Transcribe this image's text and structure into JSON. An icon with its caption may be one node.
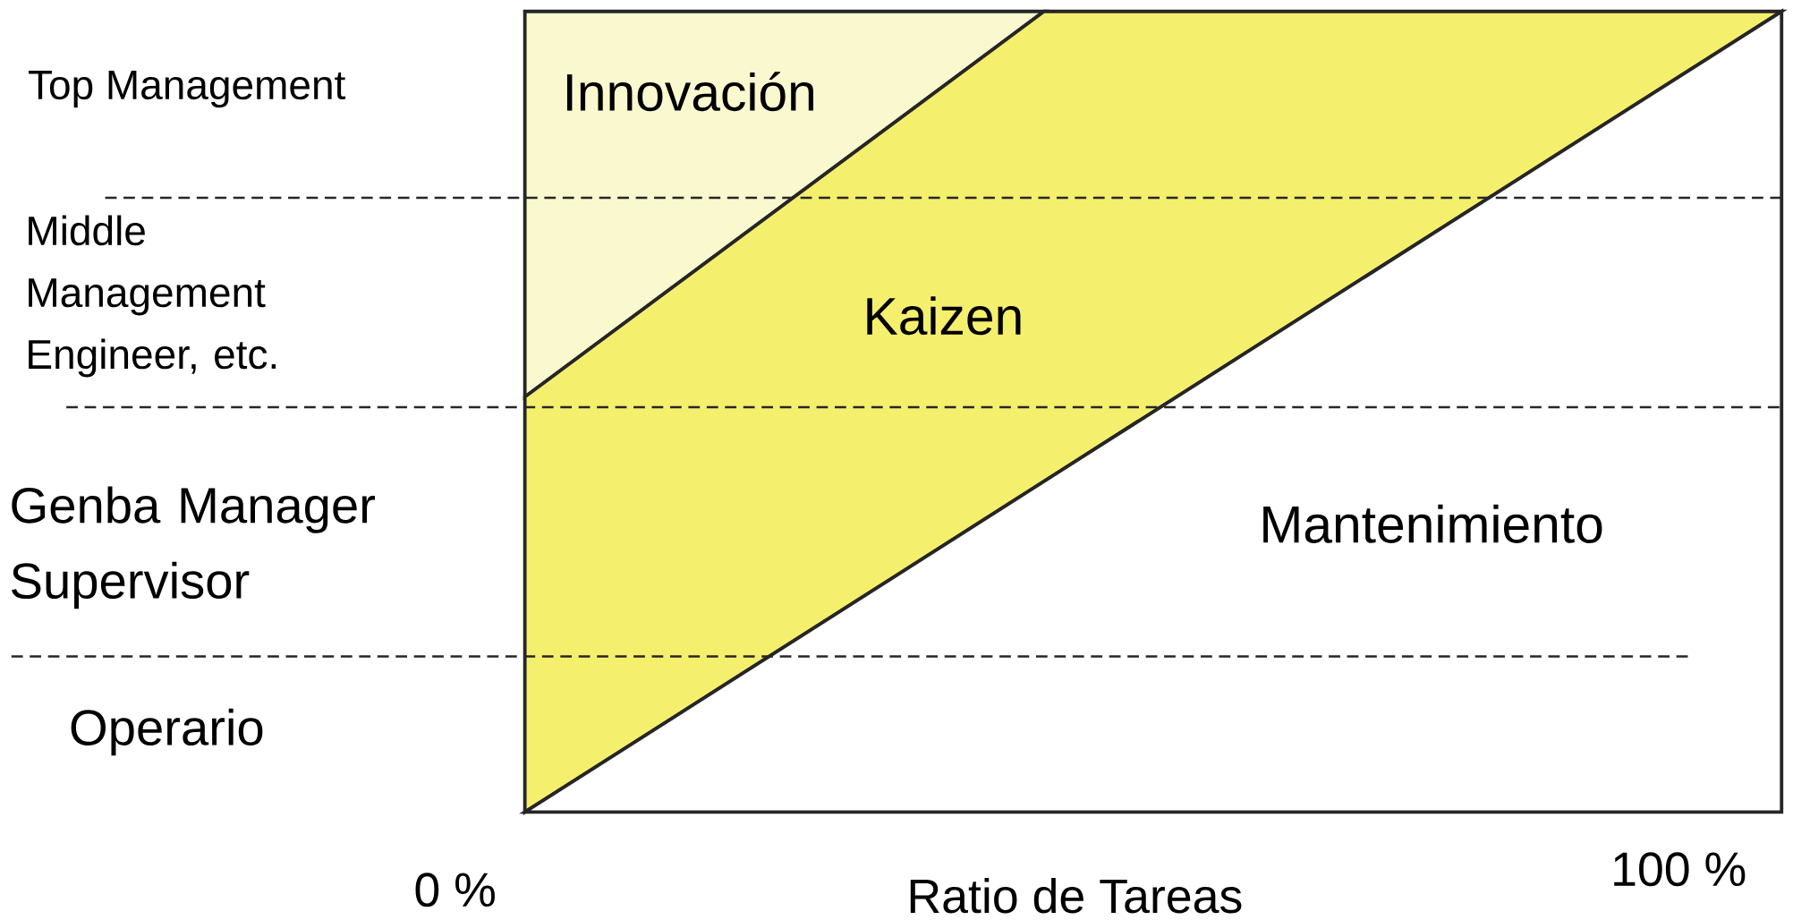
{
  "diagram": {
    "nodes": [
      {
        "text": [
          "Innovación"
        ]
      },
      {
        "text": [
          "Kaizen"
        ]
      },
      {
        "text": [
          "Mantenimiento"
        ]
      }
    ],
    "labels": [
      "Top Management",
      "Middle Management Engineer, etc.",
      "Genba Manager Supervisor",
      "Operario",
      "0 %",
      "Ratio de Tareas",
      "100 %"
    ]
  }
}
